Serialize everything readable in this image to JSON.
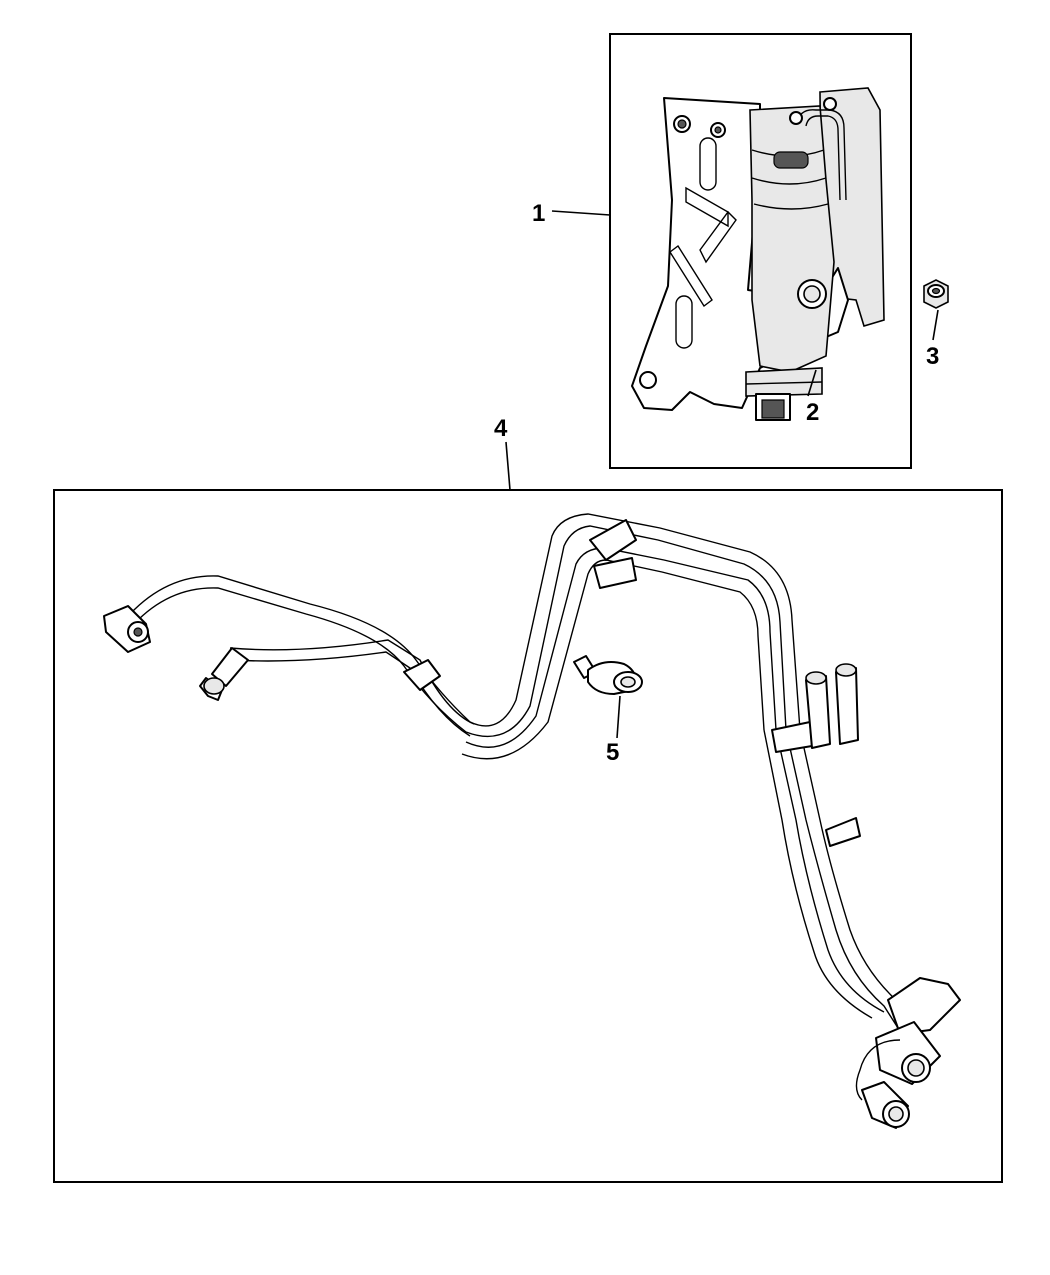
{
  "callouts": {
    "c1": "1",
    "c2": "2",
    "c3": "3",
    "c4": "4",
    "c5": "5"
  },
  "parts": [
    {
      "number": "1",
      "name": "filter-bracket-assembly"
    },
    {
      "number": "2",
      "name": "fuel-filter"
    },
    {
      "number": "3",
      "name": "nut"
    },
    {
      "number": "4",
      "name": "fuel-line-bundle"
    },
    {
      "number": "5",
      "name": "clip"
    }
  ]
}
